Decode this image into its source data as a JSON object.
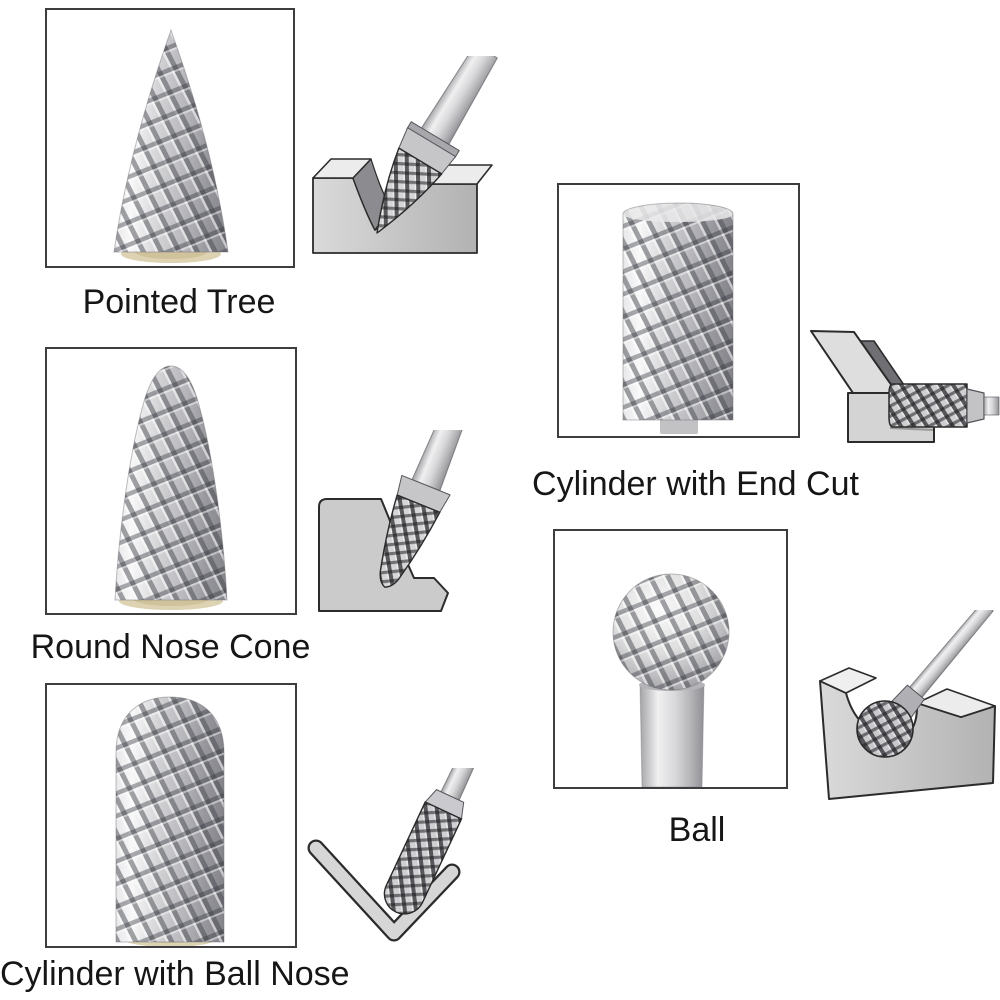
{
  "figure": {
    "background": "#ffffff",
    "items": [
      {
        "label": "Pointed Tree"
      },
      {
        "label": "Round Nose Cone"
      },
      {
        "label": "Cylinder with Ball Nose"
      },
      {
        "label": "Cylinder with End Cut"
      },
      {
        "label": "Ball"
      }
    ],
    "colors": {
      "box_border": "#3d3d3f",
      "label_text": "#161616",
      "metal_light": "#f7f7f8",
      "metal_dark": "#83838a",
      "braze_base": "#ddd2b2",
      "diagram_block_light": "#dedede",
      "diagram_block_mid": "#c9c9c9",
      "diagram_block_dark": "#707074",
      "diagram_outline": "#2b2b2b"
    },
    "icons": [
      {
        "name": "pointed-tree-burr-photo"
      },
      {
        "name": "round-nose-cone-burr-photo"
      },
      {
        "name": "cylinder-ball-nose-burr-photo"
      },
      {
        "name": "cylinder-end-cut-burr-photo"
      },
      {
        "name": "ball-burr-photo"
      },
      {
        "name": "v-groove-cut-diagram"
      },
      {
        "name": "inside-corner-cut-diagram"
      },
      {
        "name": "v-channel-cut-diagram"
      },
      {
        "name": "step-face-cut-diagram"
      },
      {
        "name": "round-notch-cut-diagram"
      }
    ]
  }
}
